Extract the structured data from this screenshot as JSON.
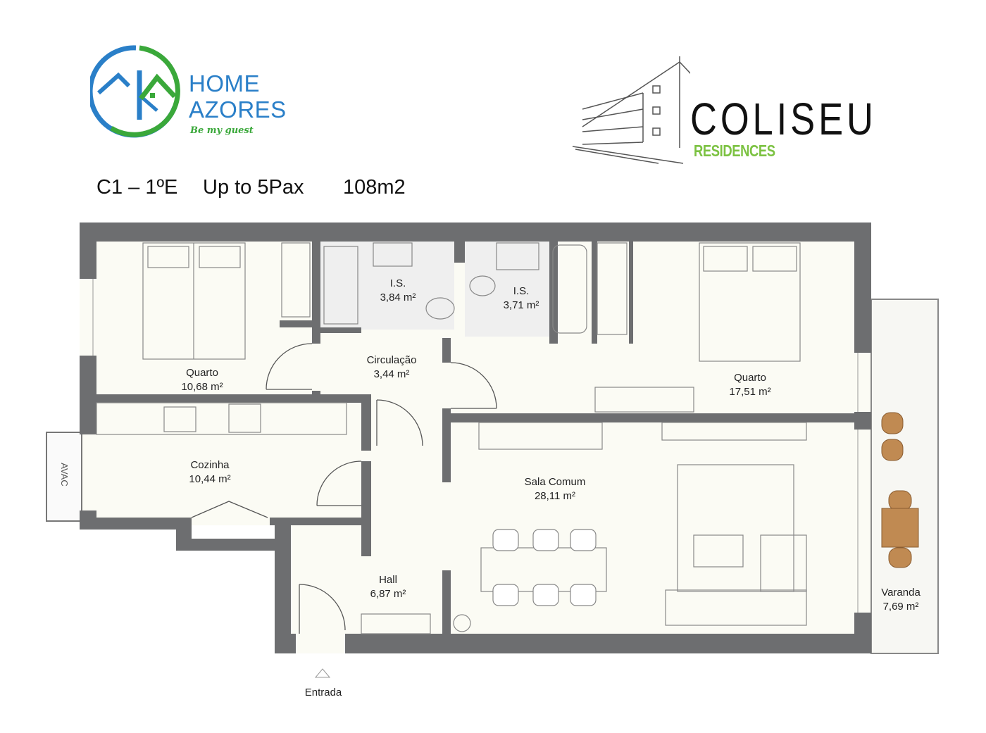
{
  "brand": {
    "home_azores": {
      "line1": "HOME",
      "line2": "AZORES",
      "tagline": "Be my guest",
      "blue": "#2a7fc8",
      "green": "#3aa83a"
    },
    "coliseu": {
      "name": "COLISEU",
      "sub": "RESIDENCES",
      "green": "#7cc242"
    }
  },
  "header": {
    "unit": "C1 – 1ºE",
    "capacity": "Up to 5Pax",
    "area": "108m2"
  },
  "rooms": [
    {
      "name": "Quarto",
      "area": "10,68 m²"
    },
    {
      "name": "I.S.",
      "area": "3,84 m²"
    },
    {
      "name": "I.S.",
      "area": "3,71 m²"
    },
    {
      "name": "Circulação",
      "area": "3,44 m²"
    },
    {
      "name": "Quarto",
      "area": "17,51 m²"
    },
    {
      "name": "Cozinha",
      "area": "10,44 m²"
    },
    {
      "name": "Sala Comum",
      "area": "28,11 m²"
    },
    {
      "name": "Hall",
      "area": "6,87 m²"
    },
    {
      "name": "Varanda",
      "area": "7,69 m²"
    }
  ],
  "labels": {
    "avac": "AVAC",
    "entrance": "Entrada"
  },
  "colors": {
    "wall": "#6d6e70",
    "floor": "#fbfbf4",
    "wood": "#c08a52"
  }
}
